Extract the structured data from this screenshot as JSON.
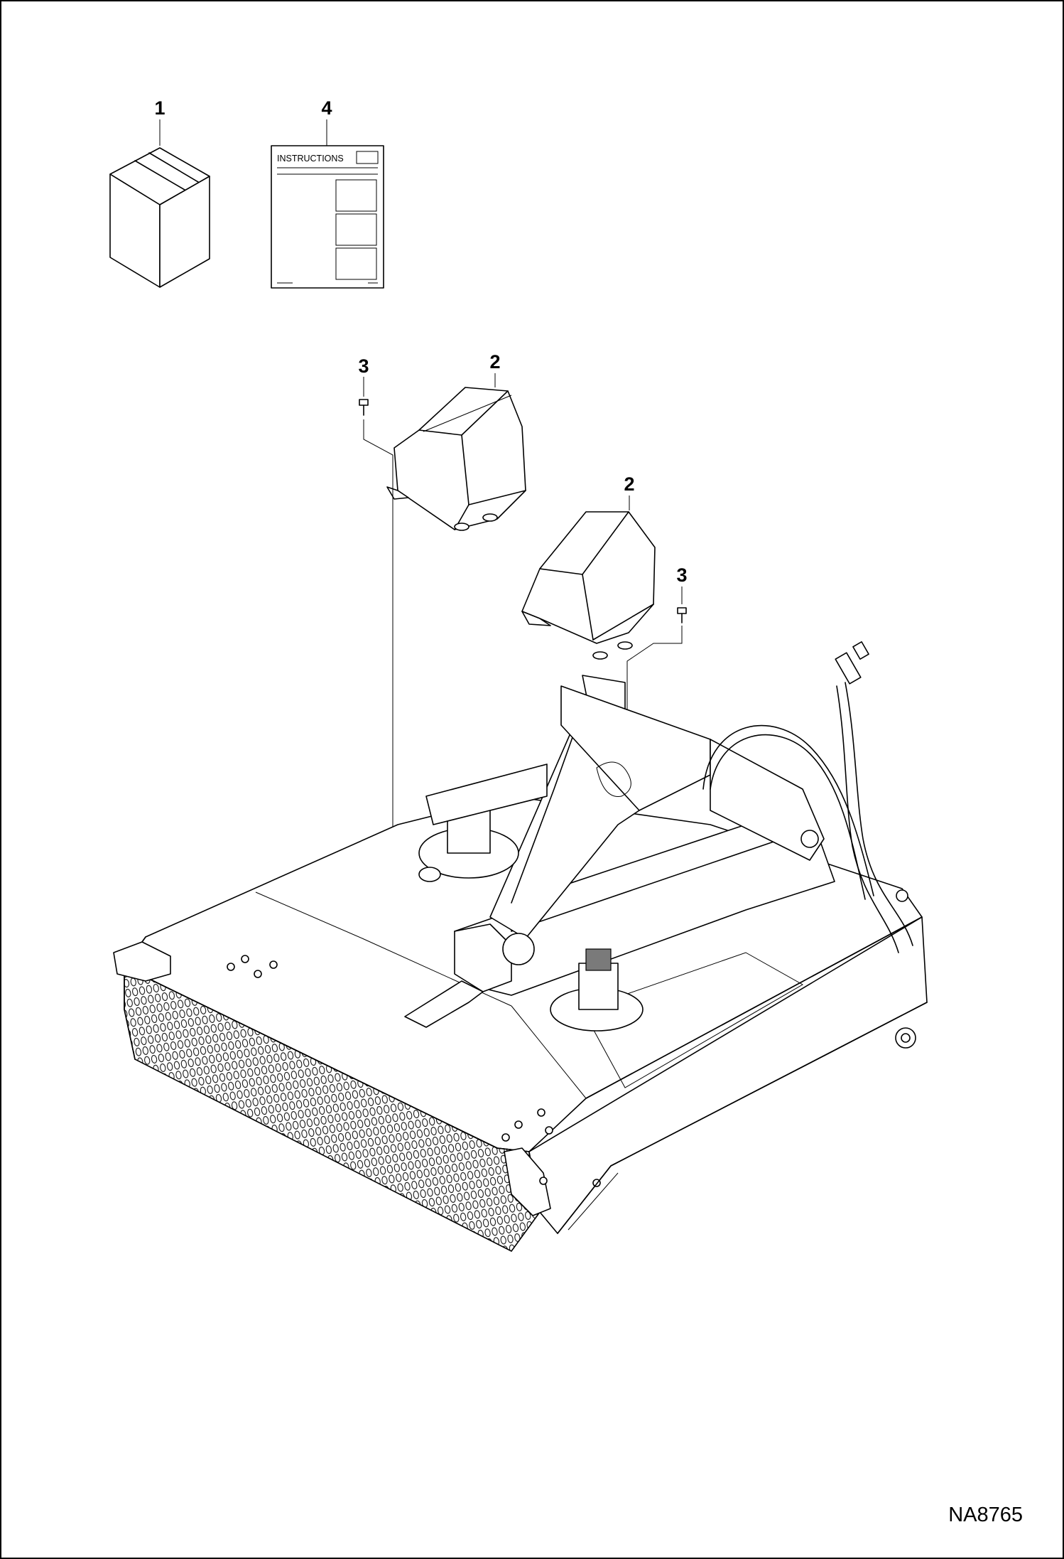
{
  "callouts": {
    "part1": "1",
    "part4": "4",
    "part2_left": "2",
    "part2_right": "2",
    "part3_left": "3",
    "part3_right": "3"
  },
  "manual": {
    "title": "INSTRUCTIONS"
  },
  "reference": "NA8765"
}
